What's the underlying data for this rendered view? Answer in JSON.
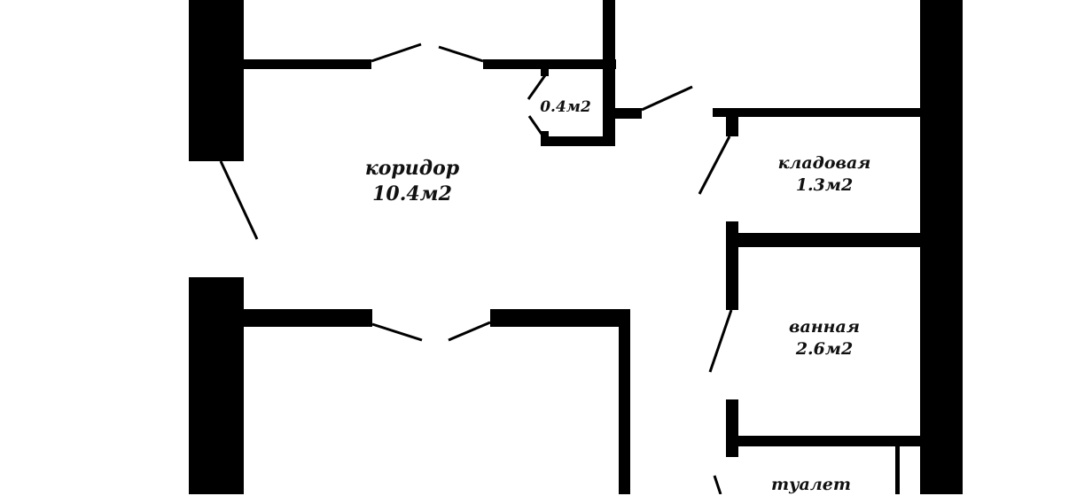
{
  "plan": {
    "background": "#ffffff",
    "wall_color": "#000000",
    "rooms": [
      {
        "id": "corridor",
        "name": "коридор",
        "area": "10.4м2"
      },
      {
        "id": "closet",
        "name": "",
        "area": "0.4м2"
      },
      {
        "id": "storage",
        "name": "кладовая",
        "area": "1.3м2"
      },
      {
        "id": "bathroom",
        "name": "ванная",
        "area": "2.6м2"
      },
      {
        "id": "toilet",
        "name": "туалет",
        "area": ""
      }
    ]
  }
}
